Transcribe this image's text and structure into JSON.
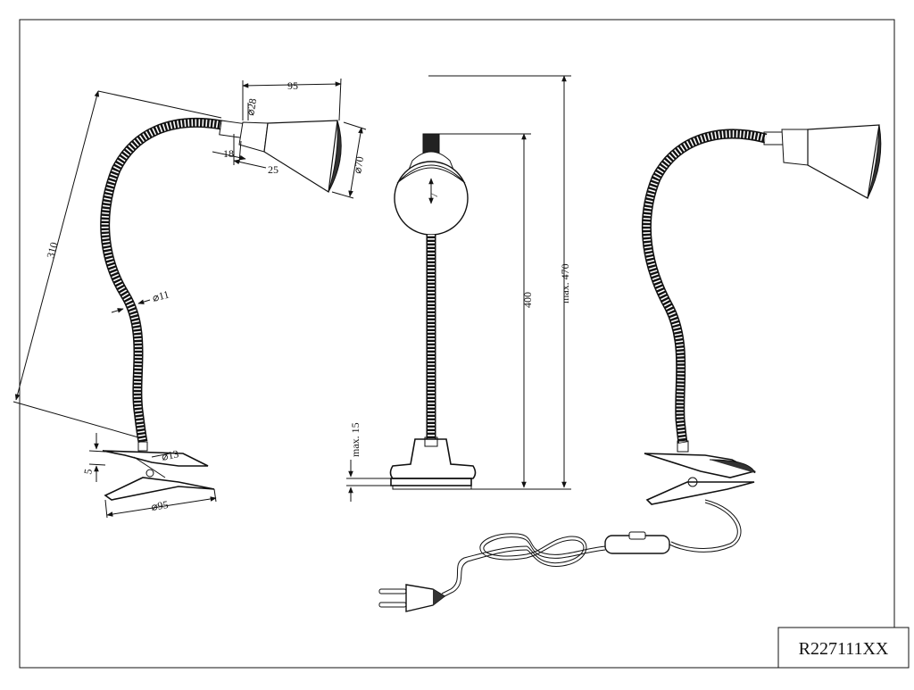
{
  "drawing": {
    "product_code": "R227111XX",
    "dimensions": {
      "shade_length": "95",
      "shade_neck_diameter": "⌀28",
      "shade_diameter": "⌀70",
      "neck_length": "18",
      "joint_length": "25",
      "arm_length": "310",
      "arm_diameter": "⌀11",
      "arm_base_diameter": "⌀13",
      "clip_opening": "5",
      "clip_length": "⌀95",
      "bulb_detail": "7",
      "height": "400",
      "max_height": "max. 470",
      "max_clamp": "max. 15"
    }
  }
}
